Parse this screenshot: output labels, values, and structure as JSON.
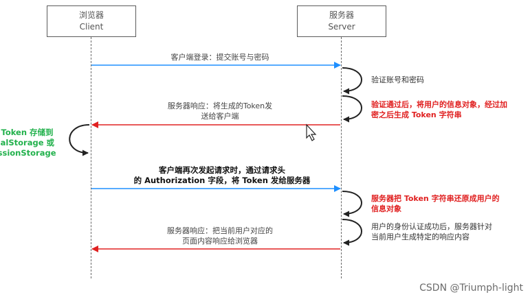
{
  "actors": {
    "client": {
      "label_cn": "浏览器",
      "label_en": "Client"
    },
    "server": {
      "label_cn": "服务器",
      "label_en": "Server"
    }
  },
  "messages": {
    "m1": "客户端登录：提交账号与密码",
    "m2_line1": "服务器响应：将生成的Token发",
    "m2_line2": "送给客户端",
    "m3_line1": "客户端再次发起请求时，通过请求头",
    "m3_line2": "的 Authorization 字段，将 Token 发给服务器",
    "m4_line1": "服务器响应：把当前用户对应的",
    "m4_line2": "页面内容响应给浏览器"
  },
  "notes": {
    "n1": "验证账号和密码",
    "n2_line1": "验证通过后，将用户的信息对象，经过加",
    "n2_line2": "密之后生成 Token 字符串",
    "n3_line1": "服务器把 Token 字符串还原成用户的",
    "n3_line2": "信息对象",
    "n4_line1": "用户的身份认证成功后，服务器针对",
    "n4_line2": "当前用户生成特定的响应内容",
    "client_line1": "将 Token 存储到",
    "client_line2": "localStorage 或",
    "client_line3": "sessionStorage"
  },
  "colors": {
    "request_arrow": "#1e8fff",
    "response_arrow": "#e02020",
    "note_red": "#e02020",
    "note_green": "#22b14c",
    "lifeline": "#666666"
  },
  "watermark": "CSDN @Triumph-light"
}
